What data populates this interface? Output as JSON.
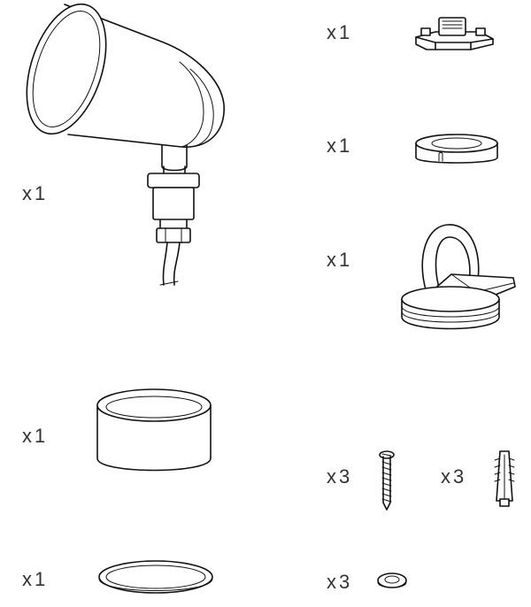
{
  "parts": [
    {
      "id": "spotlight",
      "qty": "x1",
      "icon": "spotlight-head-icon"
    },
    {
      "id": "mount-bracket",
      "qty": "x1",
      "icon": "mount-bracket-icon"
    },
    {
      "id": "lens-ring",
      "qty": "x1",
      "icon": "lens-ring-icon"
    },
    {
      "id": "ground-stake-cap",
      "qty": "x1",
      "icon": "ground-stake-cap-icon"
    },
    {
      "id": "cylinder-cover",
      "qty": "x1",
      "icon": "cylinder-cover-icon"
    },
    {
      "id": "screw",
      "qty": "x3",
      "icon": "screw-icon"
    },
    {
      "id": "wall-anchor",
      "qty": "x3",
      "icon": "wall-anchor-icon"
    },
    {
      "id": "gasket-ring",
      "qty": "x1",
      "icon": "gasket-ring-icon"
    },
    {
      "id": "washer",
      "qty": "x3",
      "icon": "washer-icon"
    }
  ]
}
